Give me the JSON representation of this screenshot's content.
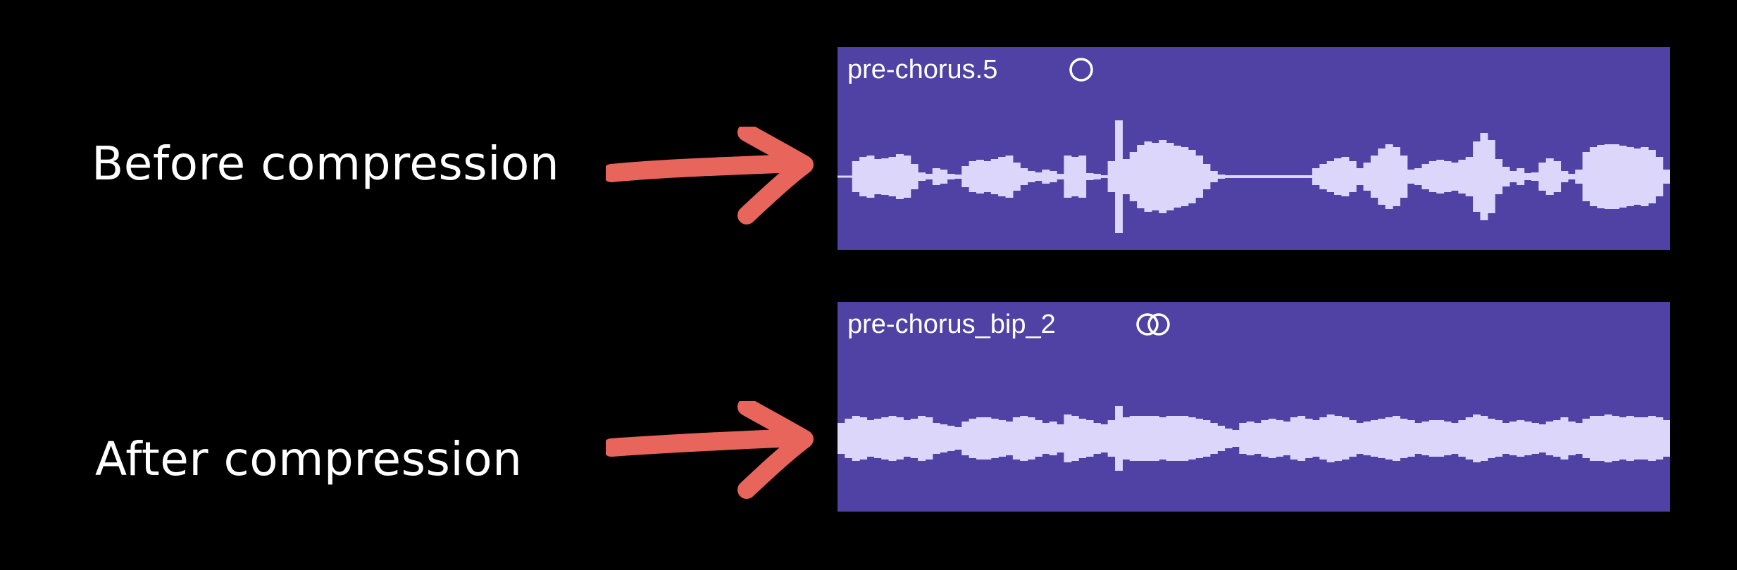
{
  "labels": {
    "before": "Before compression",
    "after": "After compression"
  },
  "clips": {
    "before": {
      "name": "pre-chorus.5",
      "status_icon": "single-loop-icon",
      "amplitudes": [
        0,
        0,
        0.22,
        0.28,
        0.3,
        0.25,
        0.26,
        0.28,
        0.32,
        0.3,
        0.18,
        0.06,
        0.04,
        0.12,
        0.1,
        0.04,
        0.03,
        0.15,
        0.22,
        0.24,
        0.22,
        0.25,
        0.28,
        0.3,
        0.2,
        0.12,
        0.08,
        0.06,
        0.1,
        0.08,
        0.04,
        0.3,
        0.28,
        0.3,
        0.05,
        0.04,
        0.02,
        0.22,
        0.8,
        0.25,
        0.35,
        0.45,
        0.5,
        0.48,
        0.52,
        0.48,
        0.44,
        0.42,
        0.38,
        0.3,
        0.18,
        0.08,
        0.03,
        0.02,
        0.02,
        0.02,
        0.02,
        0.02,
        0.02,
        0.02,
        0.02,
        0.02,
        0.02,
        0.02,
        0.02,
        0.12,
        0.18,
        0.22,
        0.26,
        0.28,
        0.22,
        0.12,
        0.2,
        0.3,
        0.4,
        0.46,
        0.42,
        0.3,
        0.1,
        0.12,
        0.18,
        0.22,
        0.24,
        0.22,
        0.2,
        0.24,
        0.28,
        0.5,
        0.62,
        0.52,
        0.25,
        0.14,
        0.08,
        0.12,
        0.05,
        0.06,
        0.2,
        0.26,
        0.22,
        0.08,
        0.04,
        0.1,
        0.35,
        0.42,
        0.45,
        0.46,
        0.46,
        0.44,
        0.42,
        0.4,
        0.42,
        0.38,
        0.28,
        0.1
      ],
      "color": "#5042a4"
    },
    "after": {
      "name": "pre-chorus_bip_2",
      "status_icon": "double-loop-icon",
      "amplitudes": [
        0.22,
        0.28,
        0.32,
        0.3,
        0.26,
        0.28,
        0.3,
        0.32,
        0.3,
        0.26,
        0.28,
        0.32,
        0.3,
        0.22,
        0.2,
        0.18,
        0.16,
        0.24,
        0.28,
        0.3,
        0.3,
        0.28,
        0.26,
        0.24,
        0.3,
        0.32,
        0.3,
        0.26,
        0.22,
        0.24,
        0.2,
        0.34,
        0.32,
        0.28,
        0.26,
        0.22,
        0.2,
        0.26,
        0.46,
        0.3,
        0.32,
        0.32,
        0.32,
        0.32,
        0.3,
        0.32,
        0.32,
        0.32,
        0.3,
        0.28,
        0.26,
        0.22,
        0.18,
        0.14,
        0.12,
        0.22,
        0.24,
        0.22,
        0.26,
        0.28,
        0.26,
        0.24,
        0.3,
        0.32,
        0.28,
        0.26,
        0.3,
        0.34,
        0.32,
        0.3,
        0.26,
        0.22,
        0.24,
        0.26,
        0.28,
        0.3,
        0.32,
        0.28,
        0.26,
        0.22,
        0.24,
        0.26,
        0.26,
        0.24,
        0.22,
        0.26,
        0.3,
        0.34,
        0.32,
        0.28,
        0.26,
        0.22,
        0.24,
        0.26,
        0.24,
        0.22,
        0.2,
        0.24,
        0.26,
        0.3,
        0.24,
        0.22,
        0.28,
        0.32,
        0.32,
        0.34,
        0.32,
        0.3,
        0.32,
        0.3,
        0.3,
        0.32,
        0.3,
        0.26
      ],
      "color": "#5042a4"
    }
  },
  "colors": {
    "background": "#000000",
    "clip": "#5042a4",
    "waveform": "#dcd6fa",
    "arrow": "#e8655c",
    "text": "#ffffff"
  }
}
